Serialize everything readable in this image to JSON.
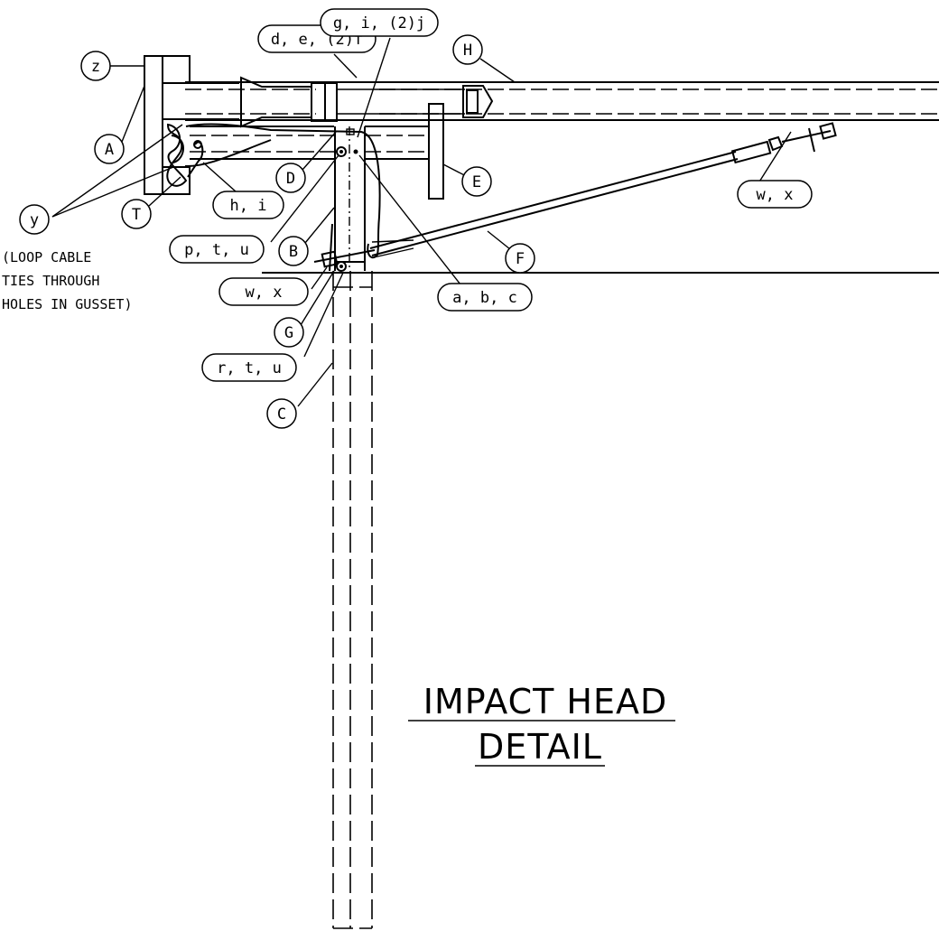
{
  "callouts": {
    "z": "z",
    "A": "A",
    "y": "y",
    "T": "T",
    "d_e_f": "d, e, (2)f",
    "g_i_j": "g, i, (2)j",
    "H": "H",
    "D": "D",
    "h_i": "h, i",
    "E": "E",
    "w_x_right": "w, x",
    "p_t_u": "p, t, u",
    "B": "B",
    "F": "F",
    "w_x_left": "w, x",
    "a_b_c": "a, b, c",
    "G": "G",
    "r_t_u": "r, t, u",
    "C": "C"
  },
  "note": {
    "line1": "(LOOP CABLE",
    "line2": "TIES THROUGH",
    "line3": "HOLES IN GUSSET)"
  },
  "title": {
    "line1": "IMPACT HEAD",
    "line2": "DETAIL"
  }
}
